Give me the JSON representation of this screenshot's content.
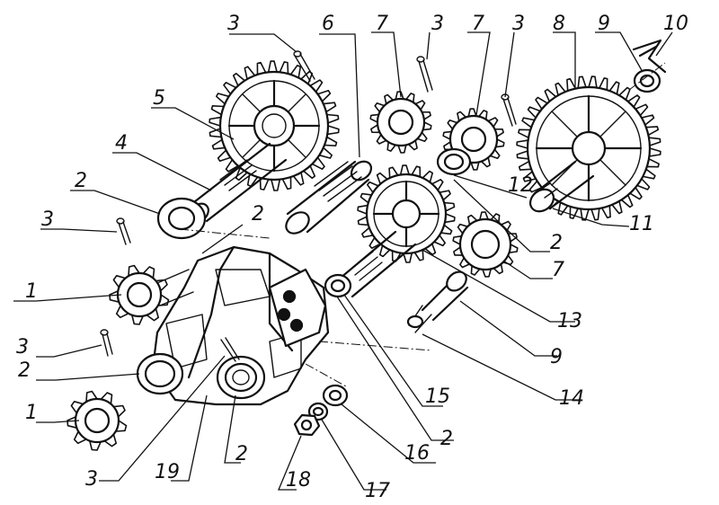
{
  "callouts": {
    "c_3a": "3",
    "c_6": "6",
    "c_7a": "7",
    "c_3b": "3",
    "c_7b": "7",
    "c_3c": "3",
    "c_8": "8",
    "c_9a": "9",
    "c_10": "10",
    "c_5": "5",
    "c_4": "4",
    "c_12": "12",
    "c_2a": "2",
    "c_11": "11",
    "c_3d": "3",
    "c_2b": "2",
    "c_2c": "2",
    "c_1a": "1",
    "c_7c": "7",
    "c_13": "13",
    "c_3e": "3",
    "c_9b": "9",
    "c_2d": "2",
    "c_14": "14",
    "c_15": "15",
    "c_1b": "1",
    "c_2e": "2",
    "c_16": "16",
    "c_3f": "3",
    "c_19": "19",
    "c_2f": "2",
    "c_18": "18",
    "c_17": "17"
  }
}
